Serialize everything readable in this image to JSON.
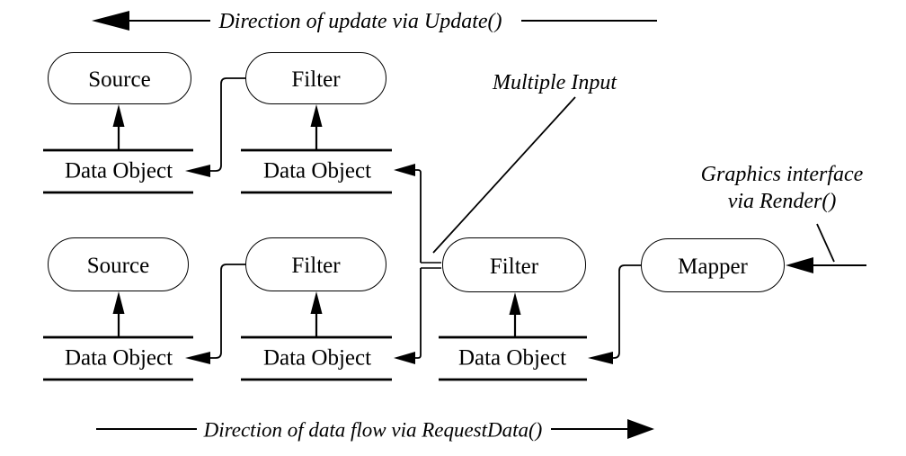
{
  "diagram": {
    "top_arrow": {
      "label": "Direction of update via Update()",
      "direction": "left"
    },
    "bottom_arrow": {
      "label": "Direction of data flow via RequestData()",
      "direction": "right"
    },
    "callouts": {
      "multiple_input": "Multiple Input",
      "graphics_interface": {
        "line1": "Graphics interface",
        "line2": "via Render()"
      }
    },
    "nodes": {
      "source_top": "Source",
      "filter_top": "Filter",
      "source_mid": "Source",
      "filter_mid": "Filter",
      "filter_multi_input": "Filter",
      "mapper": "Mapper"
    },
    "data_objects": {
      "top_left": "Data Object",
      "top_mid": "Data Object",
      "mid_left": "Data Object",
      "mid_mid": "Data Object",
      "mid_right": "Data Object"
    },
    "colors": {
      "ink": "#000000",
      "background": "#ffffff"
    }
  }
}
